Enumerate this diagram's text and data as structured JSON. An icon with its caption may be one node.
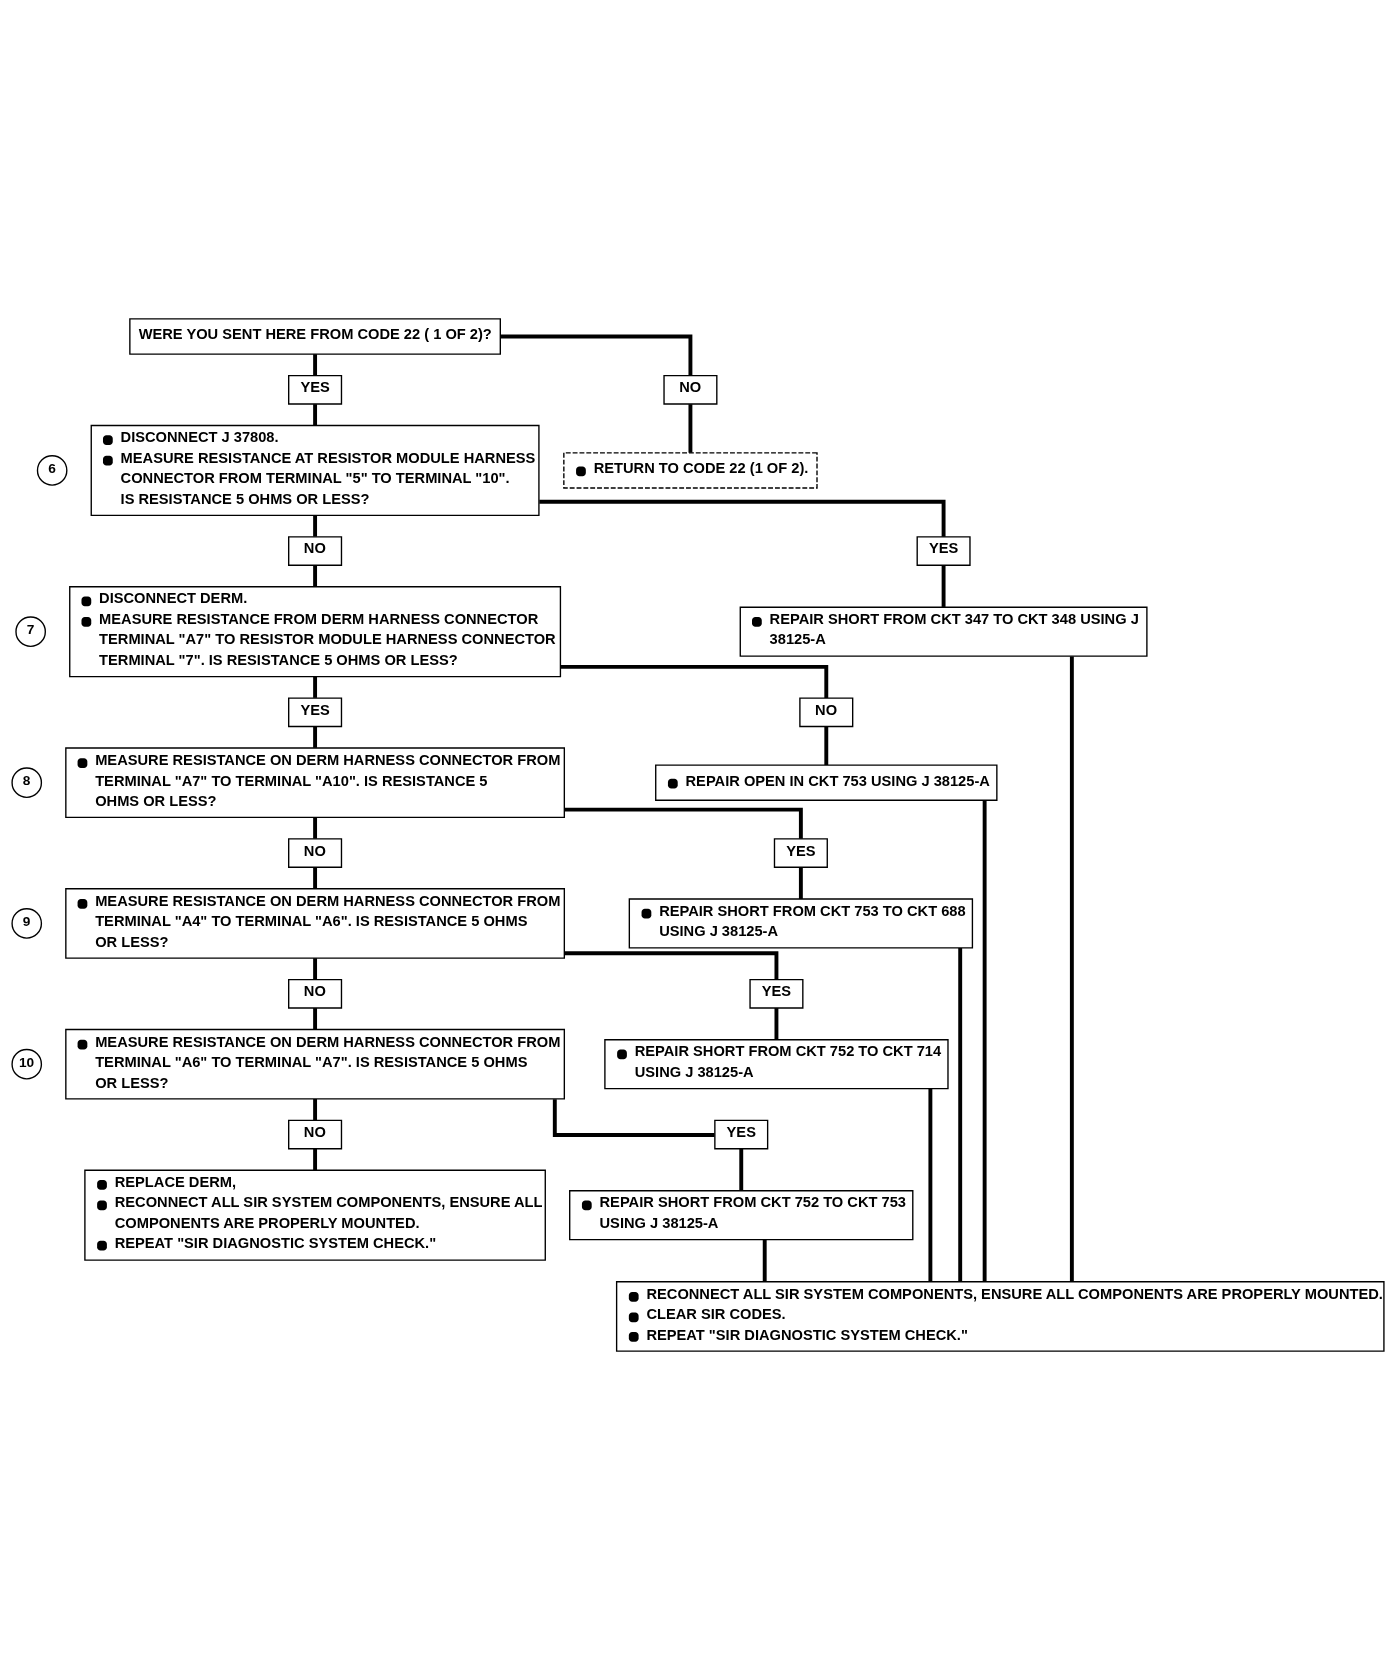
{
  "diagram": {
    "nodes": [
      {
        "text": [
          "WERE YOU SENT HERE FROM CODE 22 ( 1 OF 2)?"
        ]
      },
      {
        "text": [
          "YES"
        ]
      },
      {
        "text": [
          "NO"
        ]
      },
      {
        "text": [
          "6"
        ]
      },
      {
        "text": [
          "DISCONNECT J 37808.",
          "MEASURE RESISTANCE AT RESISTOR MODULE HARNESS CONNECTOR FROM TERMINAL \"5\" TO TERMINAL \"10\". IS RESISTANCE 5 OHMS OR LESS?"
        ]
      },
      {
        "text": [
          "RETURN TO CODE 22 (1 OF 2)."
        ]
      },
      {
        "text": [
          "NO"
        ]
      },
      {
        "text": [
          "YES"
        ]
      },
      {
        "text": [
          "7"
        ]
      },
      {
        "text": [
          "DISCONNECT DERM.",
          "MEASURE RESISTANCE FROM DERM HARNESS CONNECTOR TERMINAL \"A7\" TO RESISTOR MODULE HARNESS CONNECTOR TERMINAL \"7\". IS RESISTANCE 5 OHMS OR LESS?"
        ]
      },
      {
        "text": [
          "REPAIR SHORT FROM CKT 347 TO CKT 348 USING J 38125-A"
        ]
      },
      {
        "text": [
          "YES"
        ]
      },
      {
        "text": [
          "NO"
        ]
      },
      {
        "text": [
          "8"
        ]
      },
      {
        "text": [
          "MEASURE RESISTANCE ON DERM HARNESS CONNECTOR FROM TERMINAL \"A7\" TO TERMINAL \"A10\". IS RESISTANCE 5 OHMS OR LESS?"
        ]
      },
      {
        "text": [
          "REPAIR OPEN IN CKT 753 USING J 38125-A"
        ]
      },
      {
        "text": [
          "NO"
        ]
      },
      {
        "text": [
          "YES"
        ]
      },
      {
        "text": [
          "9"
        ]
      },
      {
        "text": [
          "MEASURE RESISTANCE ON DERM HARNESS CONNECTOR FROM TERMINAL \"A4\" TO TERMINAL \"A6\". IS RESISTANCE 5 OHMS OR LESS?"
        ]
      },
      {
        "text": [
          "REPAIR SHORT FROM CKT 753 TO CKT 688 USING J 38125-A"
        ]
      },
      {
        "text": [
          "NO"
        ]
      },
      {
        "text": [
          "YES"
        ]
      },
      {
        "text": [
          "10"
        ]
      },
      {
        "text": [
          "MEASURE RESISTANCE ON DERM HARNESS CONNECTOR FROM TERMINAL \"A6\" TO TERMINAL \"A7\". IS RESISTANCE 5 OHMS OR LESS?"
        ]
      },
      {
        "text": [
          "REPAIR SHORT FROM CKT 752 TO CKT 714 USING J 38125-A"
        ]
      },
      {
        "text": [
          "NO"
        ]
      },
      {
        "text": [
          "YES"
        ]
      },
      {
        "text": [
          "REPLACE DERM,",
          "RECONNECT ALL SIR SYSTEM COMPONENTS, ENSURE ALL COMPONENTS ARE PROPERLY MOUNTED.",
          "REPEAT \"SIR DIAGNOSTIC SYSTEM CHECK.\""
        ]
      },
      {
        "text": [
          "REPAIR SHORT FROM CKT 752 TO CKT 753 USING J 38125-A"
        ]
      },
      {
        "text": [
          "RECONNECT ALL SIR SYSTEM COMPONENTS, ENSURE ALL COMPONENTS ARE PROPERLY MOUNTED.",
          "CLEAR SIR CODES.",
          "REPEAT \"SIR DIAGNOSTIC SYSTEM CHECK.\""
        ]
      }
    ],
    "edges": [
      {
        "from": 0,
        "to": 1,
        "arrow": "none"
      },
      {
        "from": 1,
        "to": 4,
        "arrow": "none"
      },
      {
        "from": 0,
        "to": 2,
        "arrow": "none"
      },
      {
        "from": 2,
        "to": 5,
        "arrow": "none"
      },
      {
        "from": 4,
        "to": 6,
        "arrow": "none"
      },
      {
        "from": 6,
        "to": 9,
        "arrow": "none"
      },
      {
        "from": 4,
        "to": 7,
        "arrow": "none"
      },
      {
        "from": 7,
        "to": 10,
        "arrow": "none"
      },
      {
        "from": 9,
        "to": 11,
        "arrow": "none"
      },
      {
        "from": 11,
        "to": 14,
        "arrow": "none"
      },
      {
        "from": 9,
        "to": 12,
        "arrow": "none"
      },
      {
        "from": 12,
        "to": 15,
        "arrow": "none"
      },
      {
        "from": 14,
        "to": 16,
        "arrow": "none"
      },
      {
        "from": 16,
        "to": 19,
        "arrow": "none"
      },
      {
        "from": 14,
        "to": 17,
        "arrow": "none"
      },
      {
        "from": 17,
        "to": 20,
        "arrow": "none"
      },
      {
        "from": 19,
        "to": 21,
        "arrow": "none"
      },
      {
        "from": 21,
        "to": 24,
        "arrow": "none"
      },
      {
        "from": 19,
        "to": 22,
        "arrow": "none"
      },
      {
        "from": 22,
        "to": 25,
        "arrow": "none"
      },
      {
        "from": 24,
        "to": 26,
        "arrow": "none"
      },
      {
        "from": 26,
        "to": 28,
        "arrow": "none"
      },
      {
        "from": 24,
        "to": 27,
        "arrow": "none"
      },
      {
        "from": 27,
        "to": 29,
        "arrow": "none"
      },
      {
        "from": 10,
        "to": 30,
        "arrow": "none"
      },
      {
        "from": 15,
        "to": 30,
        "arrow": "none"
      },
      {
        "from": 20,
        "to": 30,
        "arrow": "none"
      },
      {
        "from": 25,
        "to": 30,
        "arrow": "none"
      },
      {
        "from": 29,
        "to": 30,
        "arrow": "none"
      }
    ]
  }
}
